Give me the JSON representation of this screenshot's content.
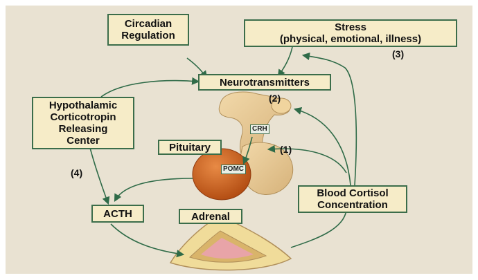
{
  "colors": {
    "background": "#e9e2d2",
    "box_fill": "#f6ecc8",
    "box_border": "#3b6d4a",
    "arrow": "#2f6b48",
    "pituitary": "#c85a1c",
    "gland_tissue": "#e6c995",
    "adrenal_cortex": "#f0dc9a",
    "adrenal_medulla": "#e8a4a8"
  },
  "boxes": {
    "circadian": {
      "line1": "Circadian",
      "line2": "Regulation"
    },
    "stress": {
      "line1": "Stress",
      "line2": "(physical, emotional, illness)"
    },
    "neurotransmitters": "Neurotransmitters",
    "hypothalamic": {
      "line1": "Hypothalamic",
      "line2": "Corticotropin",
      "line3": "Releasing",
      "line4": "Center"
    },
    "pituitary": "Pituitary",
    "acth": "ACTH",
    "adrenal": "Adrenal",
    "blood_cortisol": {
      "line1": "Blood Cortisol",
      "line2": "Concentration"
    }
  },
  "tags": {
    "crh": "CRH",
    "pomc": "POMC"
  },
  "numbers": {
    "n1": "(1)",
    "n2": "(2)",
    "n3": "(3)",
    "n4": "(4)"
  },
  "icons": [
    "brain-hypothalamus-illustration",
    "pituitary-gland-illustration",
    "adrenal-gland-illustration"
  ]
}
